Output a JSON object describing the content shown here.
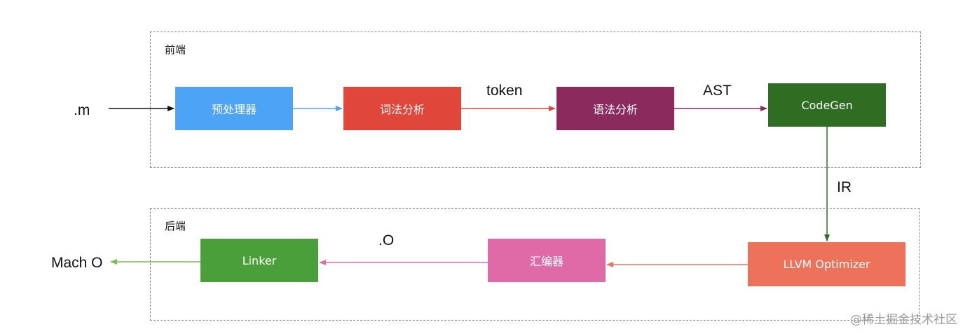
{
  "groups": {
    "frontend": "前端",
    "backend": "后端"
  },
  "nodes": {
    "preprocessor": "预处理器",
    "lexer": "词法分析",
    "parser": "语法分析",
    "codegen": "CodeGen",
    "optimizer": "LLVM Optimizer",
    "assembler": "汇编器",
    "linker": "Linker"
  },
  "labels": {
    "input": ".m",
    "token": "token",
    "ast": "AST",
    "ir": "IR",
    "object": ".O",
    "output": "Mach O"
  },
  "colors": {
    "preprocessor": "#4da3f5",
    "lexer": "#e0463a",
    "parser": "#8b2a5c",
    "codegen": "#2f6e22",
    "optimizer": "#ee715a",
    "assembler": "#e06aa8",
    "linker": "#4a9f3a"
  },
  "watermark": "@稀土掘金技术社区"
}
